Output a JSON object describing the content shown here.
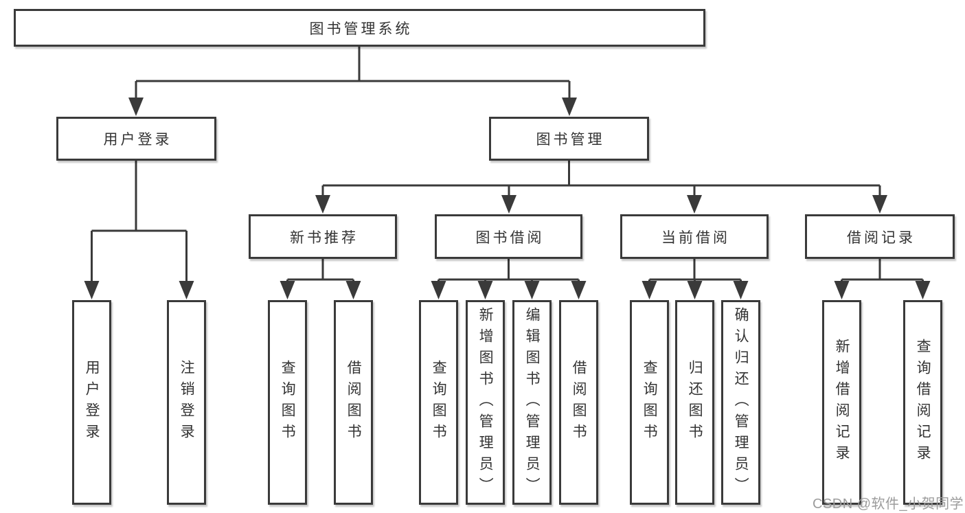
{
  "root": {
    "label": "图书管理系统"
  },
  "level2": {
    "user_login": {
      "label": "用户登录"
    },
    "book_mgmt": {
      "label": "图书管理"
    }
  },
  "level3": {
    "new_books": {
      "label": "新书推荐"
    },
    "borrowing": {
      "label": "图书借阅"
    },
    "current": {
      "label": "当前借阅"
    },
    "records": {
      "label": "借阅记录"
    }
  },
  "leaves": {
    "user_login": [
      "用户登录",
      "注销登录"
    ],
    "new_books": [
      "查询图书",
      "借阅图书"
    ],
    "borrowing": [
      "查询图书",
      "新增图书（管理员）",
      "编辑图书（管理员）",
      "借阅图书"
    ],
    "current": [
      "查询图书",
      "归还图书",
      "确认归还（管理员）"
    ],
    "records": [
      "新增借阅记录",
      "查询借阅记录"
    ]
  },
  "watermark": "CSDN @软件_小贺同学",
  "colors": {
    "line": "#3a3a3a",
    "box_border": "#3a3a3a",
    "text": "#333333",
    "watermark": "#9c9c9c",
    "background": "#ffffff"
  }
}
